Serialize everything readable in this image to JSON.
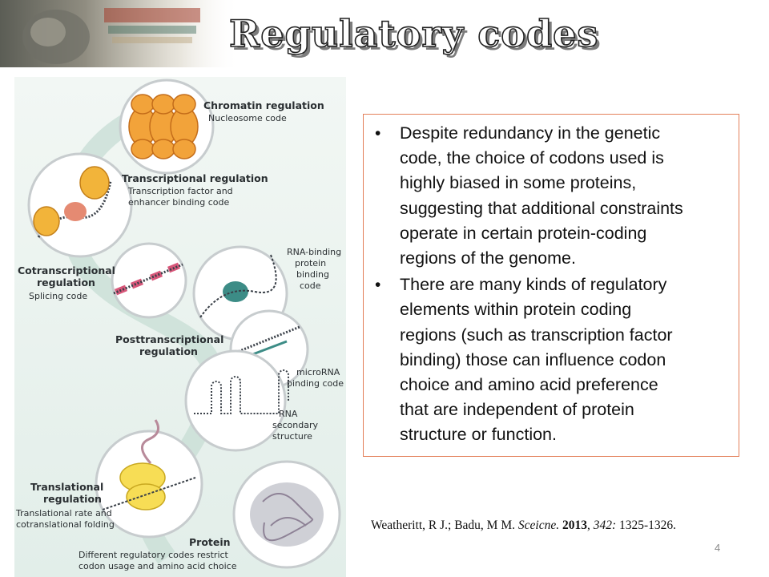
{
  "slide": {
    "title": "Regulatory codes",
    "page_number": "4"
  },
  "figure": {
    "labels": {
      "chromatin": "Chromatin regulation",
      "chromatin_sub": "Nucleosome code",
      "transcriptional": "Transcriptional regulation",
      "transcriptional_sub1": "Transcription factor and",
      "transcriptional_sub2": "enhancer binding code",
      "cotranscriptional1": "Cotranscriptional",
      "cotranscriptional2": "regulation",
      "cotranscriptional_sub": "Splicing code",
      "rna_binding1": "RNA-binding",
      "rna_binding2": "protein",
      "rna_binding3": "binding",
      "rna_binding4": "code",
      "posttranscriptional1": "Posttranscriptional",
      "posttranscriptional2": "regulation",
      "microrna1": "microRNA",
      "microrna2": "binding code",
      "rna_secondary1": "RNA",
      "rna_secondary2": "secondary",
      "rna_secondary3": "structure",
      "translational1": "Translational",
      "translational2": "regulation",
      "translational_sub1": "Translational rate and",
      "translational_sub2": "cotranslational folding",
      "protein": "Protein",
      "protein_sub1": "Different regulatory codes restrict",
      "protein_sub2": "codon usage and amino acid choice"
    }
  },
  "bullets": [
    {
      "lines": [
        "Despite redundancy in the genetic",
        "code, the choice of codons used is",
        "highly biased in some proteins,",
        "suggesting that additional constraints",
        "operate in certain protein-coding",
        "regions of the genome."
      ]
    },
    {
      "lines": [
        "There are many kinds of regulatory",
        "elements within protein coding",
        "regions (such as transcription factor",
        "binding) those can influence codon",
        "choice and amino acid preference",
        "that are independent of protein",
        "structure or function."
      ]
    }
  ],
  "citation": {
    "authors": "Weatheritt, R J.; Badu, M M. ",
    "journal": "Sceicne.",
    "year": "2013",
    "volume": "342:",
    "pages": "1325-1326."
  },
  "colors": {
    "box_border": "#e3805a",
    "panel_bg": "#e2eee9",
    "title_fill": "#ffffff",
    "title_outline": "#222222"
  }
}
